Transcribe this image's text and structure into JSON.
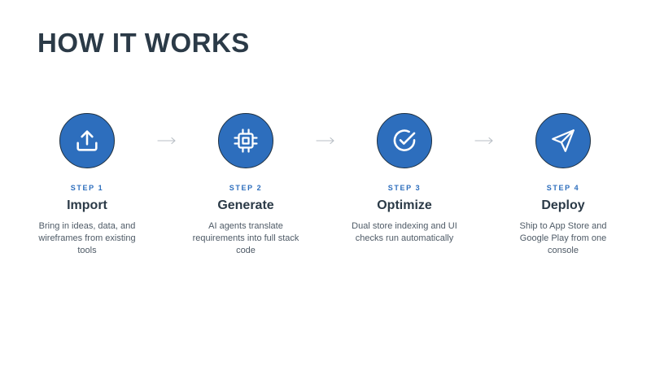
{
  "page": {
    "title": "HOW IT WORKS"
  },
  "colors": {
    "accent": "#2d6ebd",
    "heading": "#2b3a47",
    "body_text": "#4e5a66",
    "arrow": "#b8bec5"
  },
  "steps": [
    {
      "number_label": "STEP 1",
      "title": "Import",
      "description": "Bring in ideas, data, and wireframes from existing tools",
      "icon": "upload-icon"
    },
    {
      "number_label": "STEP 2",
      "title": "Generate",
      "description": "AI agents translate requirements into full stack code",
      "icon": "cpu-chip-icon"
    },
    {
      "number_label": "STEP 3",
      "title": "Optimize",
      "description": "Dual store indexing and UI checks run automatically",
      "icon": "check-circle-icon"
    },
    {
      "number_label": "STEP 4",
      "title": "Deploy",
      "description": "Ship to App Store and Google Play from one console",
      "icon": "send-icon"
    }
  ],
  "connectors": [
    "arrow-right-icon",
    "arrow-right-icon",
    "arrow-right-icon"
  ]
}
